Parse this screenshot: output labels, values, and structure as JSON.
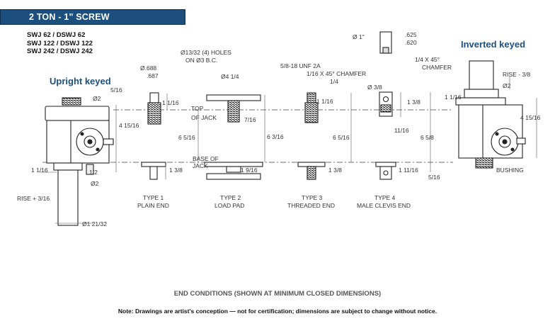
{
  "header": {
    "title": "2 TON - 1\" SCREW"
  },
  "models": [
    "SWJ 62 / DSWJ 62",
    "SWJ 122 / DSWJ 122",
    "SWJ 242 / DSWJ 242"
  ],
  "views": {
    "upright": "Upright keyed",
    "inverted": "Inverted keyed"
  },
  "labels": {
    "top_of_jack_1": "TOP",
    "top_of_jack_2": "OF JACK",
    "base_of_jack_1": "BASE OF",
    "base_of_jack_2": "JACK",
    "bushing": "BUSHING"
  },
  "dims": {
    "dia688": "Ø.688",
    "dia687": ".687",
    "holes_1": "Ø13/32 (4) HOLES",
    "holes_2": "ON Ø3 B.C.",
    "dia4_14": "Ø4 1/4",
    "unf": "5/8-18 UNF 2A",
    "chamfer116": "1/16 X 45° CHAMFER",
    "quarter": "1/4",
    "dia1": "Ø 1\"",
    "d625": ".625",
    "d620": ".620",
    "chamfer14_1": "1/4 X 45°",
    "chamfer14_2": "CHAMFER",
    "dia3_8": "Ø 3/8",
    "five16_top": "5/16",
    "dia2_up": "Ø2",
    "four1516_up": "4 15/16",
    "one116_up": "1 1/16",
    "half": "1/2",
    "dia2_low": "Ø2",
    "rise_up": "RISE + 3/16",
    "dia1_2132": "Ø1 21/32",
    "t1_top": "1 1/16",
    "t1_bot": "1 3/8",
    "six516_a": "6 5/16",
    "seven16": "7/16",
    "t2_bot": "1 9/16",
    "six316": "6 3/16",
    "t3_top": "1 1/16",
    "t3_bot": "1 3/8",
    "six516_b": "6 5/16",
    "t4_top": "1 3/8",
    "eleven16": "11/16",
    "t4_bot": "1 11/16",
    "six58": "6 5/8",
    "rise_inv": "RISE - 3/8",
    "dia2_inv": "Ø2",
    "one116_inv": "1 1/16",
    "four1516_inv": "4 15/16",
    "five16_inv": "5/16"
  },
  "types": [
    {
      "type": "TYPE 1",
      "desc": "PLAIN END"
    },
    {
      "type": "TYPE 2",
      "desc": "LOAD PAD"
    },
    {
      "type": "TYPE 3",
      "desc": "THREADED END"
    },
    {
      "type": "TYPE 4",
      "desc": "MALE CLEVIS END"
    }
  ],
  "footer": {
    "caption": "END CONDITIONS (SHOWN AT MINIMUM CLOSED DIMENSIONS)",
    "note": "Note: Drawings are artist's conception — not for certification; dimensions are subject to change without notice."
  }
}
